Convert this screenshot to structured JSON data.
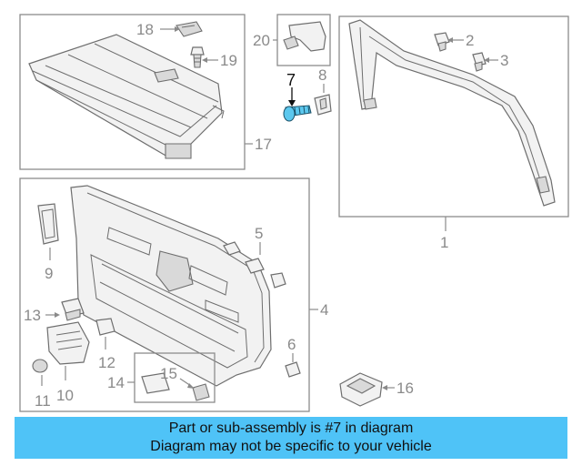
{
  "diagram": {
    "callouts": [
      {
        "id": "c1",
        "label": "1"
      },
      {
        "id": "c2",
        "label": "2"
      },
      {
        "id": "c3",
        "label": "3"
      },
      {
        "id": "c4",
        "label": "4"
      },
      {
        "id": "c5",
        "label": "5"
      },
      {
        "id": "c6",
        "label": "6"
      },
      {
        "id": "c7",
        "label": "7"
      },
      {
        "id": "c8",
        "label": "8"
      },
      {
        "id": "c9",
        "label": "9"
      },
      {
        "id": "c10",
        "label": "10"
      },
      {
        "id": "c11",
        "label": "11"
      },
      {
        "id": "c12",
        "label": "12"
      },
      {
        "id": "c13",
        "label": "13"
      },
      {
        "id": "c14",
        "label": "14"
      },
      {
        "id": "c15",
        "label": "15"
      },
      {
        "id": "c16",
        "label": "16"
      },
      {
        "id": "c17",
        "label": "17"
      },
      {
        "id": "c18",
        "label": "18"
      },
      {
        "id": "c19",
        "label": "19"
      },
      {
        "id": "c20",
        "label": "20"
      }
    ],
    "highlighted_part": "7",
    "colors": {
      "highlight_fill": "#5cc8ee",
      "banner_bg": "#4fc3f7",
      "line_gray": "#6e6e6e",
      "label_gray": "#8a8a8a"
    }
  },
  "banner": {
    "line1": "Part or sub-assembly is #7 in diagram",
    "line2": "Diagram may not be specific to your vehicle"
  }
}
